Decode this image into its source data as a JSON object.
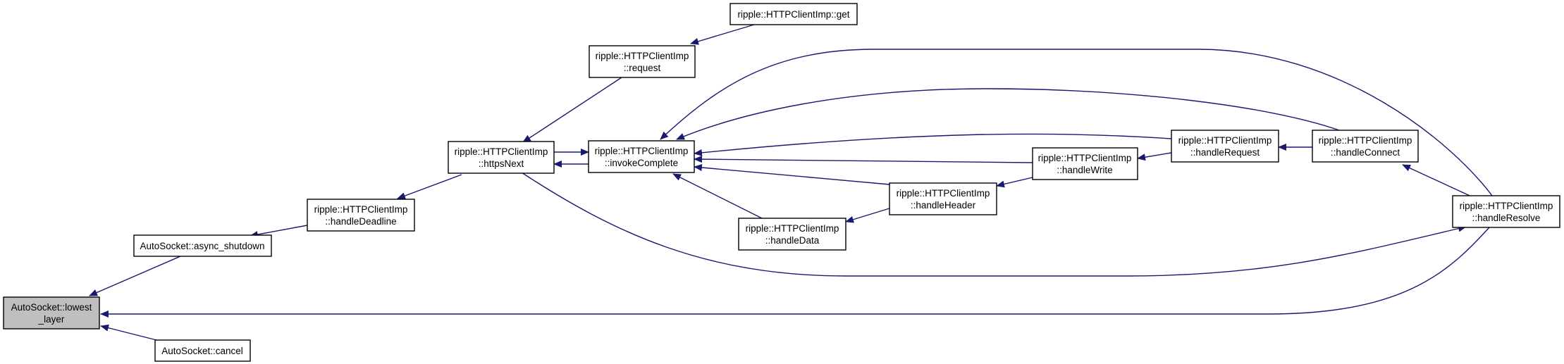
{
  "colors": {
    "edge": "#191970",
    "root_fill": "#bfbfbf",
    "node_fill": "#ffffff",
    "node_border": "#000000"
  },
  "nodes": {
    "lowest_layer": {
      "line1": "AutoSocket::lowest",
      "line2": "_layer"
    },
    "async_shutdown": {
      "line1": "AutoSocket::async_shutdown"
    },
    "cancel": {
      "line1": "AutoSocket::cancel"
    },
    "handleDeadline": {
      "line1": "ripple::HTTPClientImp",
      "line2": "::handleDeadline"
    },
    "httpsNext": {
      "line1": "ripple::HTTPClientImp",
      "line2": "::httpsNext"
    },
    "request": {
      "line1": "ripple::HTTPClientImp",
      "line2": "::request"
    },
    "get": {
      "line1": "ripple::HTTPClientImp::get"
    },
    "invokeComplete": {
      "line1": "ripple::HTTPClientImp",
      "line2": "::invokeComplete"
    },
    "handleData": {
      "line1": "ripple::HTTPClientImp",
      "line2": "::handleData"
    },
    "handleHeader": {
      "line1": "ripple::HTTPClientImp",
      "line2": "::handleHeader"
    },
    "handleWrite": {
      "line1": "ripple::HTTPClientImp",
      "line2": "::handleWrite"
    },
    "handleRequest": {
      "line1": "ripple::HTTPClientImp",
      "line2": "::handleRequest"
    },
    "handleConnect": {
      "line1": "ripple::HTTPClientImp",
      "line2": "::handleConnect"
    },
    "handleResolve": {
      "line1": "ripple::HTTPClientImp",
      "line2": "::handleResolve"
    }
  }
}
